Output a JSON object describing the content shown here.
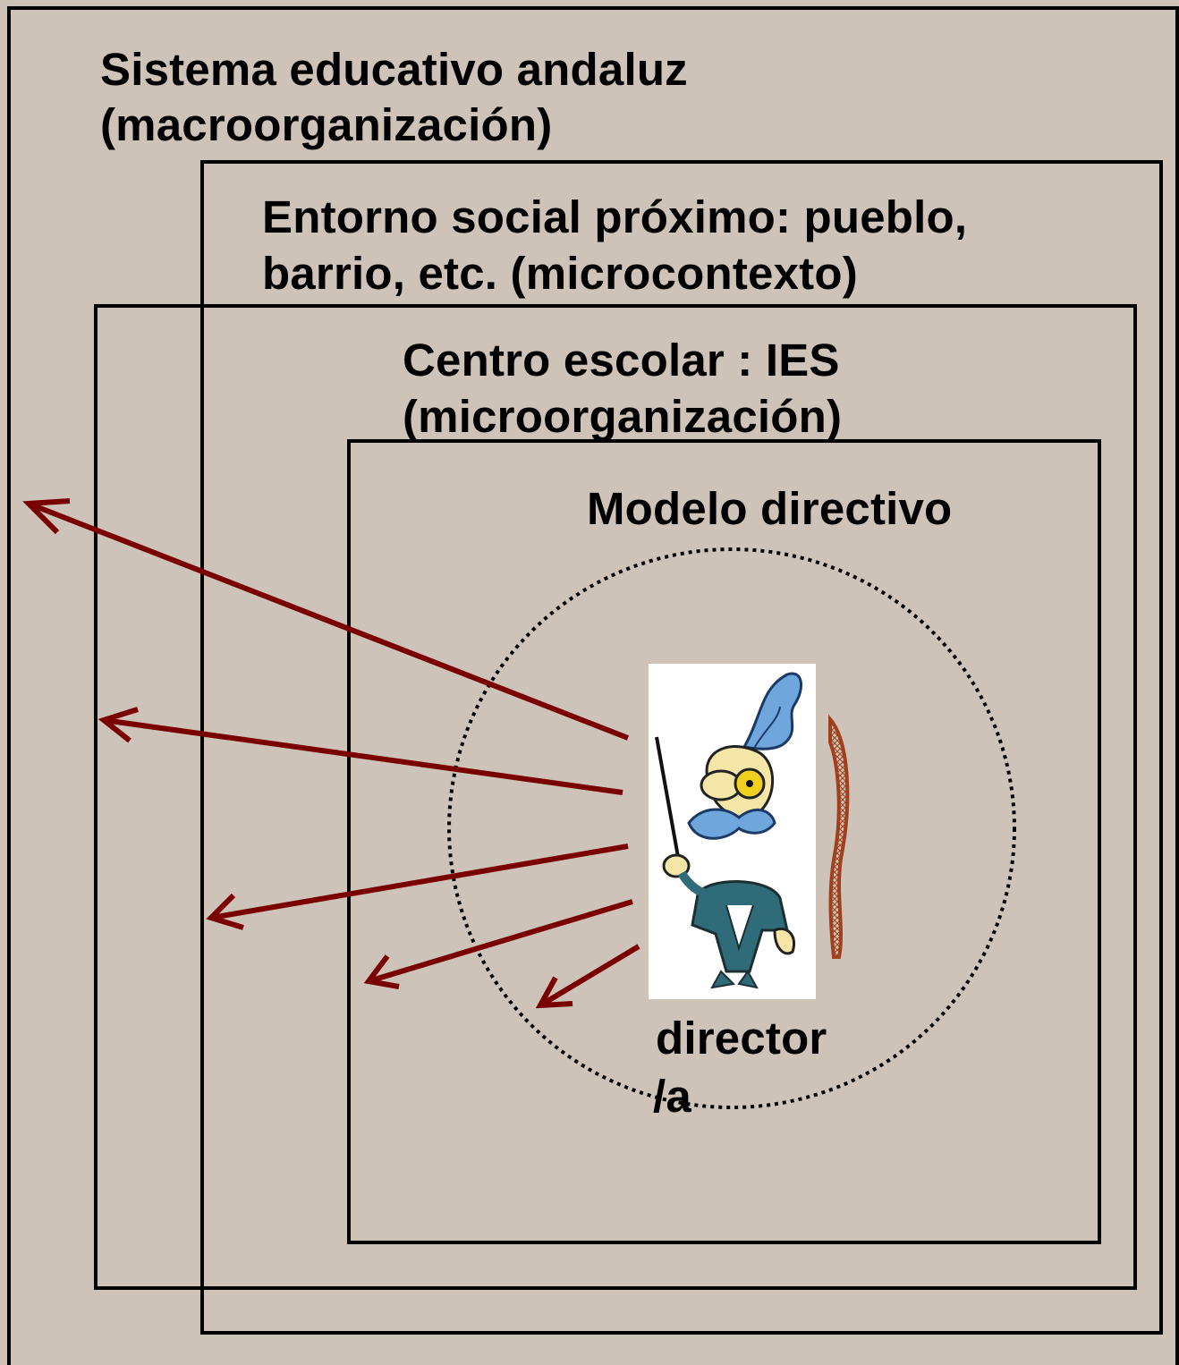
{
  "labels": {
    "sistema_line1": "Sistema educativo andaluz",
    "sistema_line2": "(macroorganización)",
    "entorno_line1": "Entorno social próximo: pueblo,",
    "entorno_line2": "barrio, etc. (microcontexto)",
    "centro_line1": "Centro escolar : IES",
    "centro_line2": "(microorganización)",
    "modelo": "Modelo directivo",
    "director_line1": "director",
    "director_line2": "/a"
  },
  "icons": {
    "conductor": "conductor-cartoon-icon",
    "curved_arrow": "curved-arrow-icon"
  },
  "colors": {
    "background": "#cdc3b9",
    "frame": "#000000",
    "arrow": "#7a0000",
    "curved_arrow": "#a0401c"
  }
}
